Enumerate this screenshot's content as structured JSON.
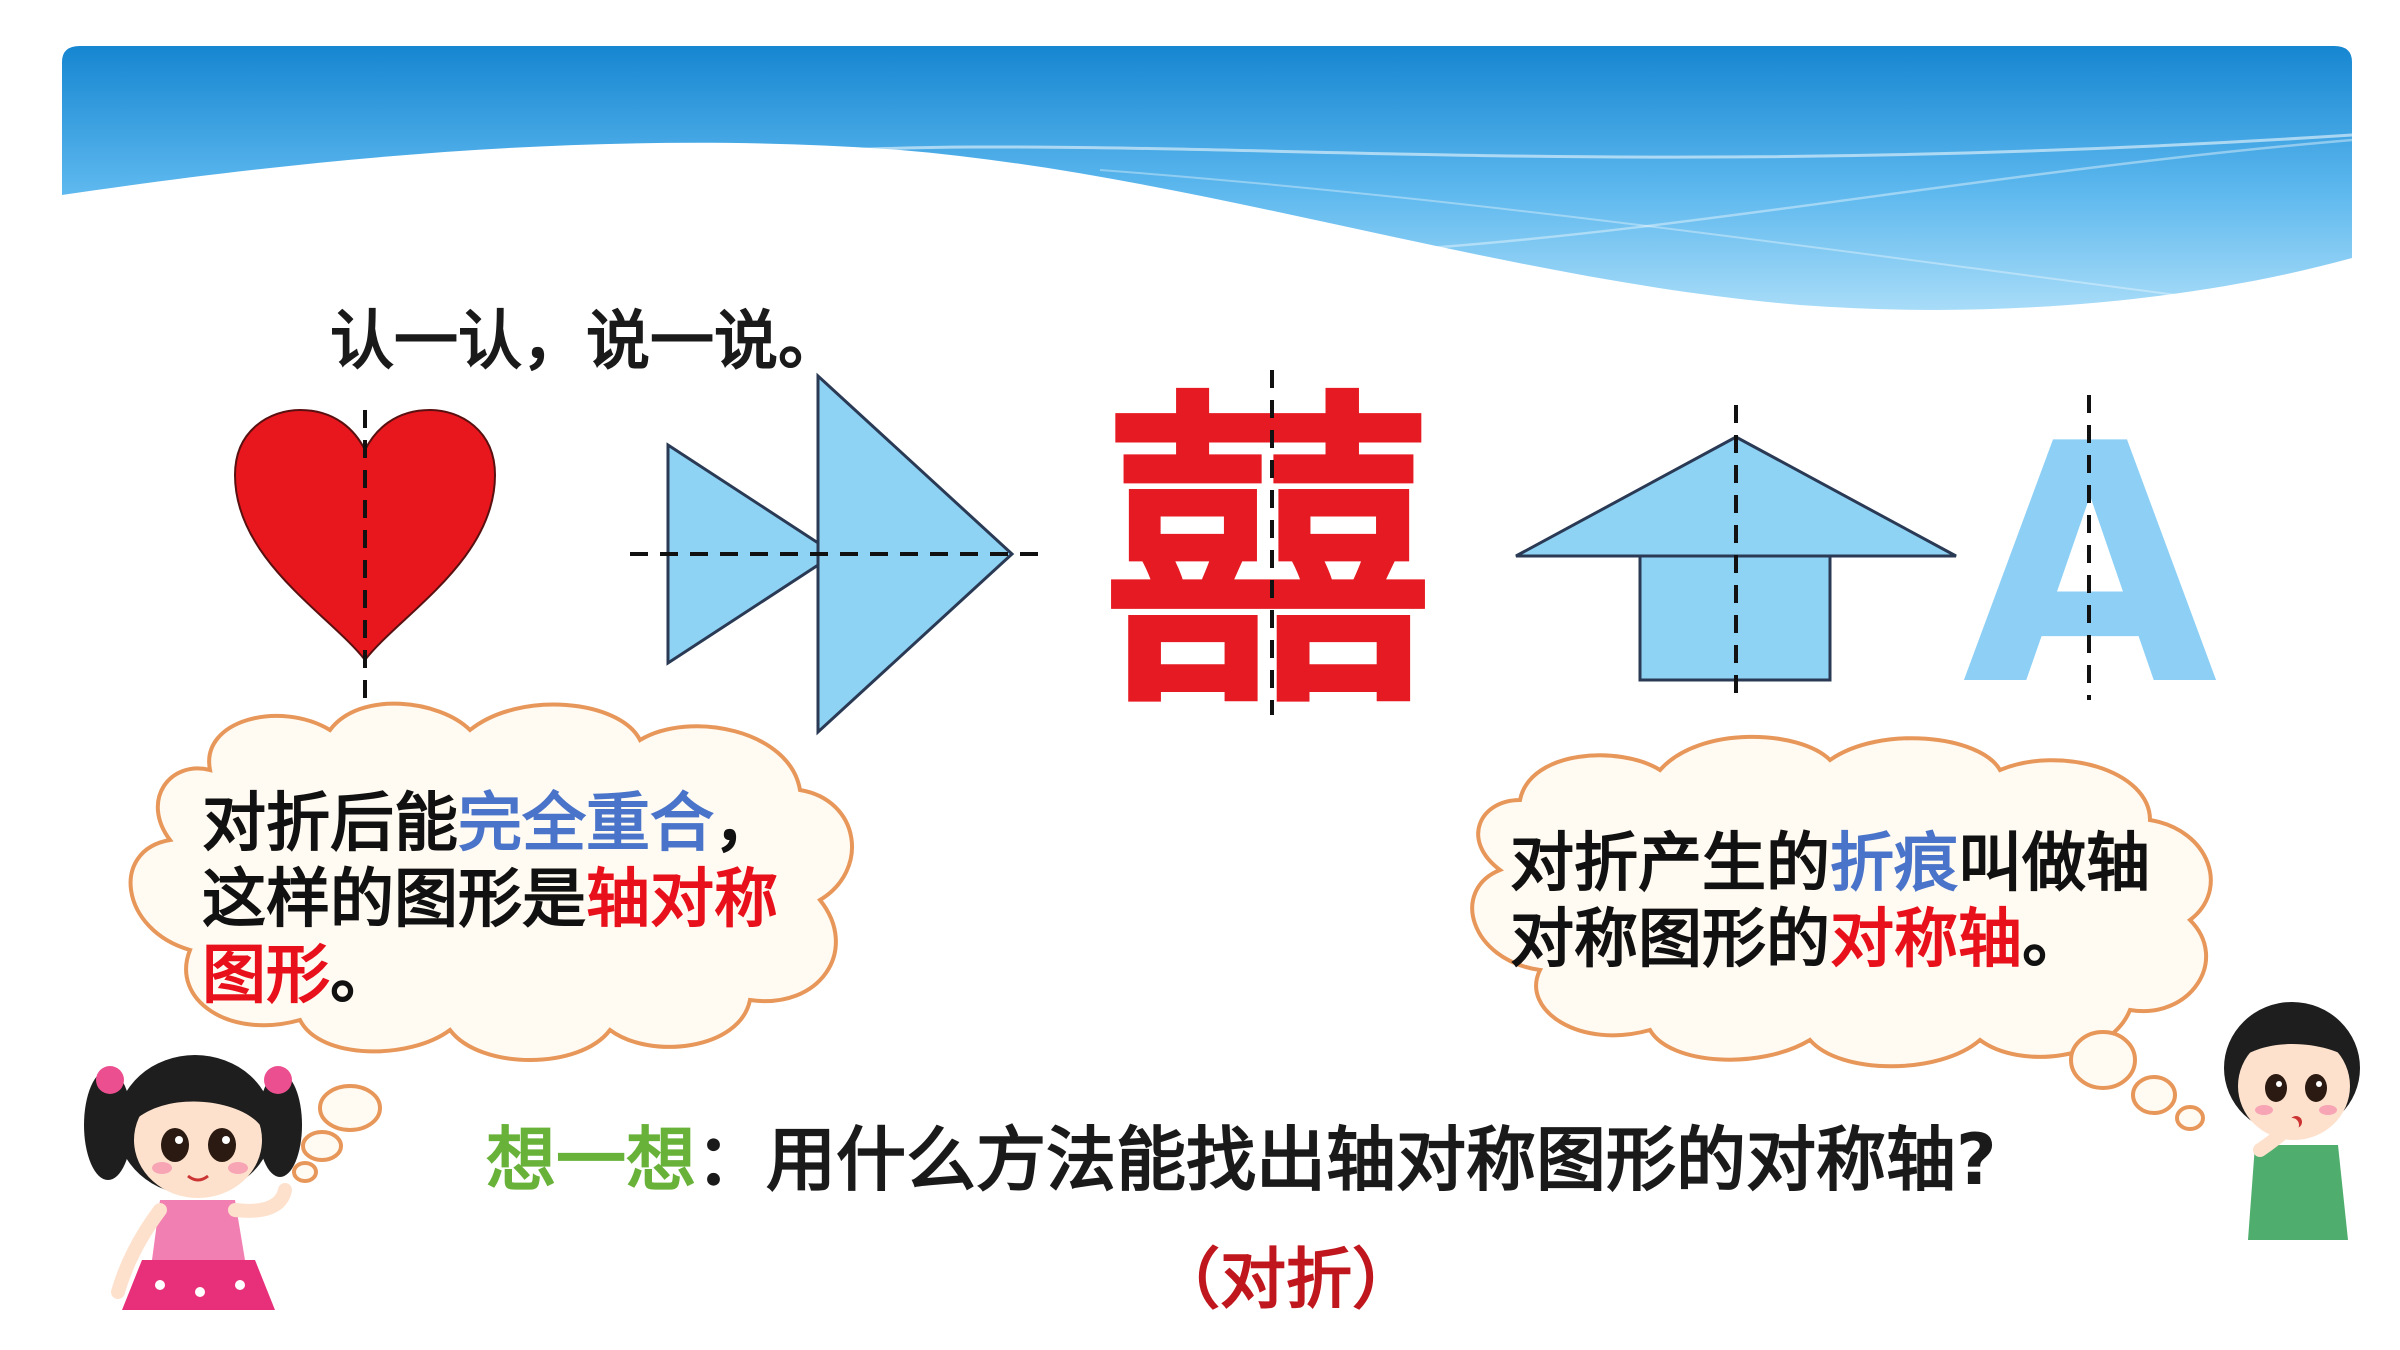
{
  "header": {
    "prompt": "认一认，说一说。"
  },
  "figures": [
    "heart",
    "double-triangle-arrow",
    "double-happiness-character",
    "arrow-house",
    "letter-A"
  ],
  "figure_text": {
    "double_happiness": "囍",
    "letter_a": "A"
  },
  "left_bubble": {
    "line1_normal": "对折后能",
    "line1_highlight": "完全重合",
    "line1_end": "，",
    "line2_normal": "这样的图形是",
    "line2_highlight": "轴对称",
    "line3_highlight": "图形",
    "line3_end": "。"
  },
  "right_bubble": {
    "line1_normal": "对折产生的",
    "line1_highlight": "折痕",
    "line1_end": "叫做轴",
    "line2_normal": "对称图形的",
    "line2_highlight": "对称轴",
    "line2_end": "。"
  },
  "question": {
    "label": "想一想",
    "colon": "：",
    "text": "用什么方法能找出轴对称图形的对称轴?"
  },
  "answer": "（对折）",
  "colors": {
    "heart": "#e8171d",
    "shape_blue": "#8fd3f4",
    "letter_a": "#8ed0f5",
    "highlight_blue": "#4a74c9",
    "highlight_red": "#e8101b",
    "think_green": "#69b23a",
    "cloud_border": "#e8975a",
    "cloud_fill": "#fffaf2"
  }
}
